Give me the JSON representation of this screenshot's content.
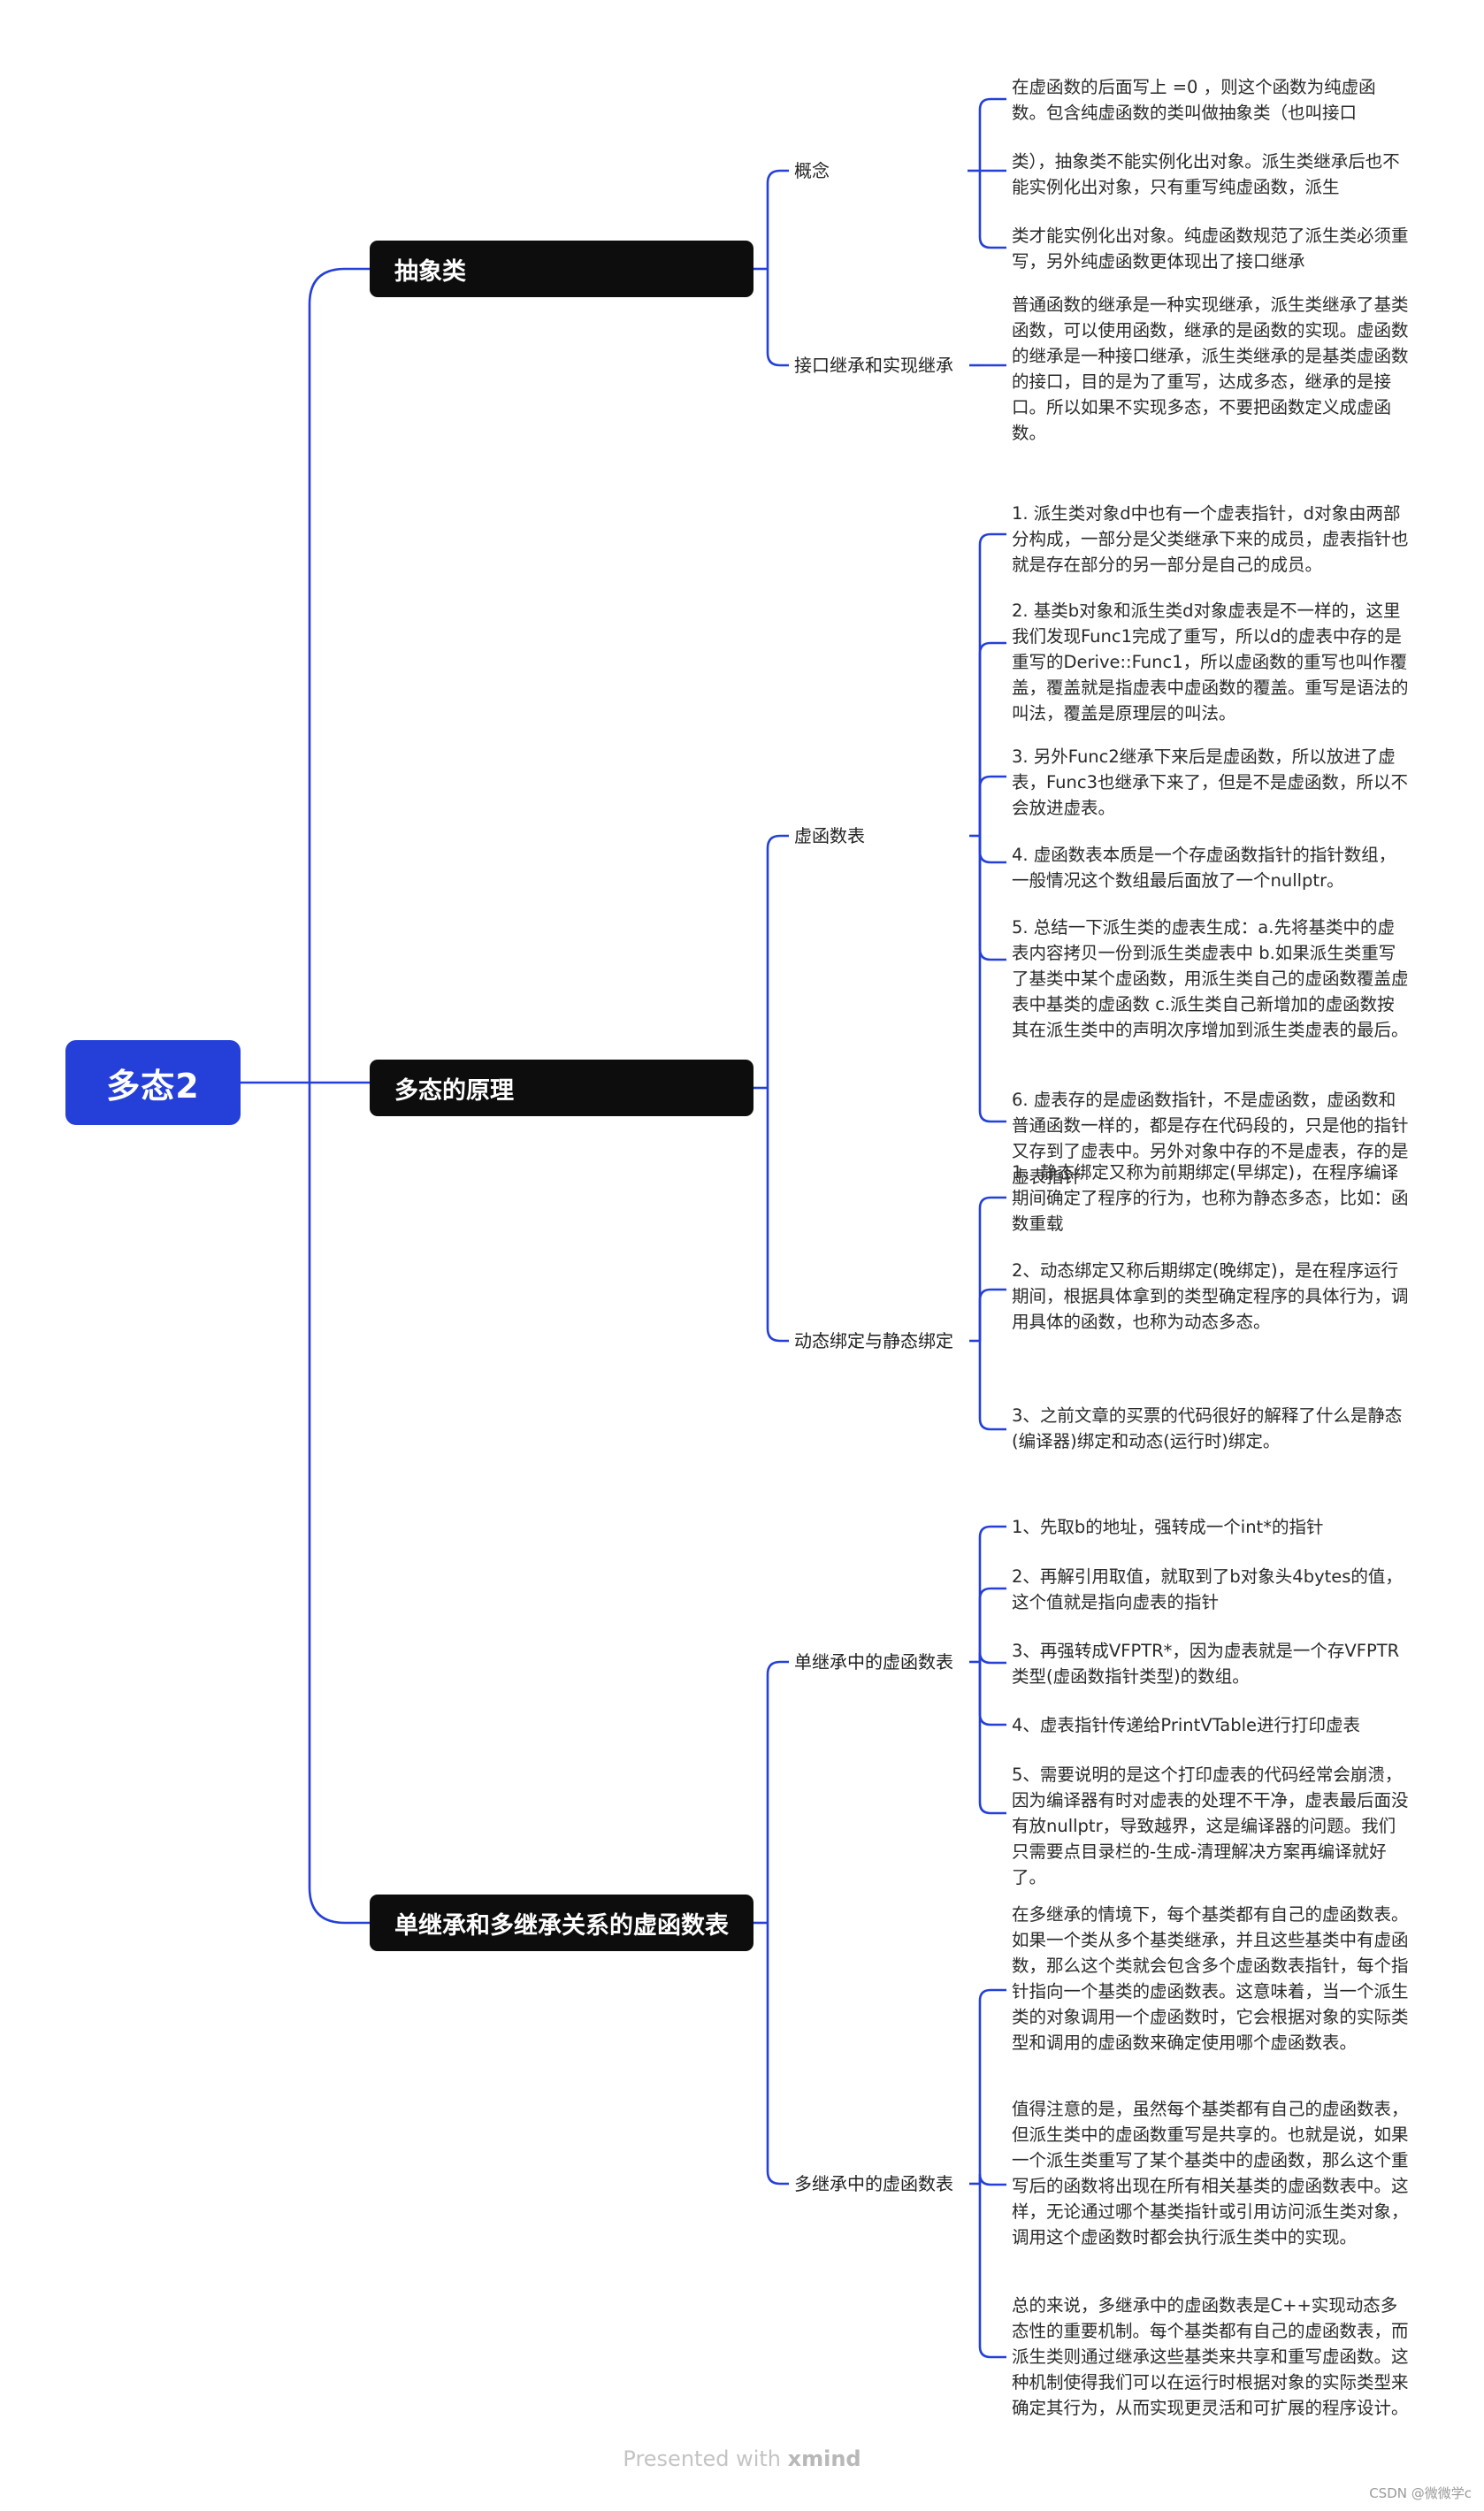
{
  "root": {
    "label": "多态2"
  },
  "branches": [
    {
      "label": "抽象类",
      "children": [
        {
          "label": "概念",
          "leaves": [
            "在虚函数的后面写上 =0 ，则这个函数为纯虚函数。包含纯虚函数的类叫做抽象类（也叫接口",
            "类），抽象类不能实例化出对象。派生类继承后也不能实例化出对象，只有重写纯虚函数，派生",
            "类才能实例化出对象。纯虚函数规范了派生类必须重写，另外纯虚函数更体现出了接口继承"
          ]
        },
        {
          "label": "接口继承和实现继承",
          "leaves": [
            "普通函数的继承是一种实现继承，派生类继承了基类函数，可以使用函数，继承的是函数的实现。虚函数的继承是一种接口继承，派生类继承的是基类虚函数的接口，目的是为了重写，达成多态，继承的是接口。所以如果不实现多态，不要把函数定义成虚函数。"
          ]
        }
      ]
    },
    {
      "label": "多态的原理",
      "children": [
        {
          "label": "虚函数表",
          "leaves": [
            "1. 派生类对象d中也有一个虚表指针，d对象由两部分构成，一部分是父类继承下来的成员，虚表指针也就是存在部分的另一部分是自己的成员。",
            "2. 基类b对象和派生类d对象虚表是不一样的，这里我们发现Func1完成了重写，所以d的虚表中存的是重写的Derive::Func1，所以虚函数的重写也叫作覆盖，覆盖就是指虚表中虚函数的覆盖。重写是语法的叫法，覆盖是原理层的叫法。",
            "3. 另外Func2继承下来后是虚函数，所以放进了虚表，Func3也继承下来了，但是不是虚函数，所以不会放进虚表。",
            "4. 虚函数表本质是一个存虚函数指针的指针数组，一般情况这个数组最后面放了一个nullptr。",
            "5. 总结一下派生类的虚表生成：a.先将基类中的虚表内容拷贝一份到派生类虚表中 b.如果派生类重写了基类中某个虚函数，用派生类自己的虚函数覆盖虚表中基类的虚函数 c.派生类自己新增加的虚函数按其在派生类中的声明次序增加到派生类虚表的最后。",
            "6. 虚表存的是虚函数指针，不是虚函数，虚函数和普通函数一样的，都是存在代码段的，只是他的指针又存到了虚表中。另外对象中存的不是虚表，存的是虚表指针"
          ]
        },
        {
          "label": "动态绑定与静态绑定",
          "leaves": [
            "1、静态绑定又称为前期绑定(早绑定)，在程序编译期间确定了程序的行为，也称为静态多态，比如：函数重载",
            "2、动态绑定又称后期绑定(晚绑定)，是在程序运行期间，根据具体拿到的类型确定程序的具体行为，调用具体的函数，也称为动态多态。",
            "3、之前文章的买票的代码很好的解释了什么是静态(编译器)绑定和动态(运行时)绑定。"
          ]
        }
      ]
    },
    {
      "label": "单继承和多继承关系的虚函数表",
      "children": [
        {
          "label": "单继承中的虚函数表",
          "leaves": [
            "1、先取b的地址，强转成一个int*的指针",
            "2、再解引用取值，就取到了b对象头4bytes的值，这个值就是指向虚表的指针",
            "3、再强转成VFPTR*，因为虚表就是一个存VFPTR类型(虚函数指针类型)的数组。",
            "4、虚表指针传递给PrintVTable进行打印虚表",
            "5、需要说明的是这个打印虚表的代码经常会崩溃，因为编译器有时对虚表的处理不干净，虚表最后面没有放nullptr，导致越界，这是编译器的问题。我们只需要点目录栏的-生成-清理解决方案再编译就好了。"
          ]
        },
        {
          "label": "多继承中的虚函数表",
          "leaves": [
            "在多继承的情境下，每个基类都有自己的虚函数表。如果一个类从多个基类继承，并且这些基类中有虚函数，那么这个类就会包含多个虚函数表指针，每个指针指向一个基类的虚函数表。这意味着，当一个派生类的对象调用一个虚函数时，它会根据对象的实际类型和调用的虚函数来确定使用哪个虚函数表。",
            "值得注意的是，虽然每个基类都有自己的虚函数表，但派生类中的虚函数重写是共享的。也就是说，如果一个派生类重写了某个基类中的虚函数，那么这个重写后的函数将出现在所有相关基类的虚函数表中。这样，无论通过哪个基类指针或引用访问派生类对象，调用这个虚函数时都会执行派生类中的实现。",
            "总的来说，多继承中的虚函数表是C++实现动态多态性的重要机制。每个基类都有自己的虚函数表，而派生类则通过继承这些基类来共享和重写虚函数。这种机制使得我们可以在运行时根据对象的实际类型来确定其行为，从而实现更灵活和可扩展的程序设计。"
          ]
        }
      ]
    }
  ],
  "footer": {
    "prefix": "Presented with ",
    "brand": "xmind"
  },
  "watermark": "CSDN @微微学c",
  "colors": {
    "root": "#2540d8",
    "line": "#2540d8",
    "topic": "#0d0d0d"
  }
}
